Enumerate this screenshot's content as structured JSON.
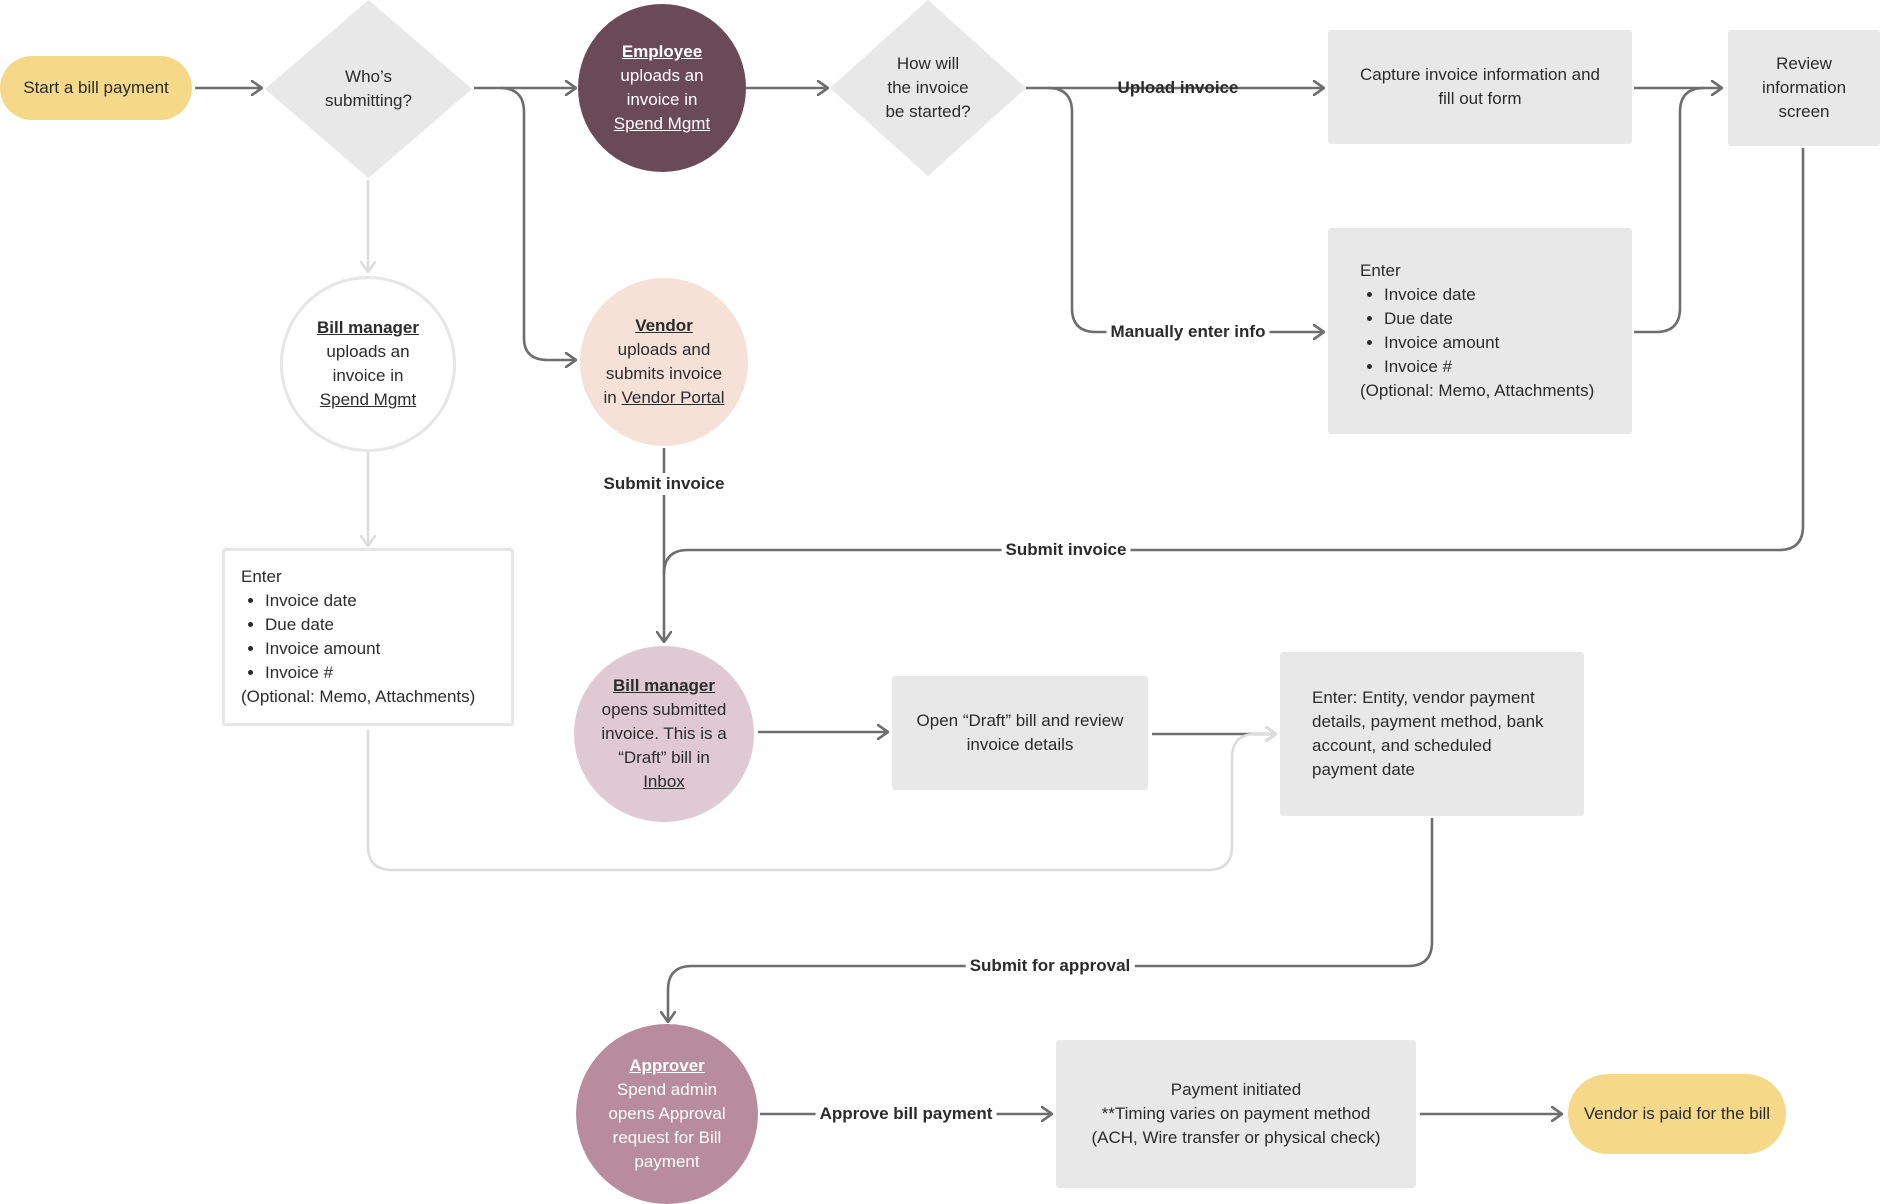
{
  "nodes": {
    "start": {
      "label": "Start a bill payment"
    },
    "who_submitting": {
      "line1": "Who’s",
      "line2": "submitting?"
    },
    "employee": {
      "role": "Employee",
      "line1": "uploads an",
      "line2": "invoice in",
      "link": "Spend Mgmt"
    },
    "how_started": {
      "line1": "How will",
      "line2": "the invoice",
      "line3": "be started?"
    },
    "capture": {
      "line1": "Capture invoice information and",
      "line2": "fill out form"
    },
    "review": {
      "line1": "Review",
      "line2": "information",
      "line3": "screen"
    },
    "enter_right": {
      "heading": "Enter",
      "items": [
        "Invoice date",
        "Due date",
        "Invoice amount",
        "Invoice #"
      ],
      "optional": "(Optional: Memo, Attachments)"
    },
    "bill_manager_upload": {
      "role": "Bill manager",
      "line1": "uploads an",
      "line2": "invoice in",
      "link": "Spend Mgmt"
    },
    "vendor": {
      "role": "Vendor",
      "line1": "uploads and",
      "line2": "submits invoice",
      "prefix": "in ",
      "link": "Vendor Portal"
    },
    "enter_left": {
      "heading": "Enter",
      "items": [
        "Invoice date",
        "Due date",
        "Invoice amount",
        "Invoice #"
      ],
      "optional": "(Optional: Memo, Attachments)"
    },
    "bill_manager_open": {
      "role": "Bill manager",
      "line1": "opens submitted",
      "line2": "invoice. This is a",
      "line3": "“Draft” bill  in",
      "link": "Inbox"
    },
    "open_draft": {
      "line1": "Open “Draft” bill and review",
      "line2": "invoice details"
    },
    "enter_entity": {
      "line1": "Enter: Entity, vendor payment",
      "line2": "details, payment method, bank",
      "line3": "account, and scheduled",
      "line4": "payment date"
    },
    "approver": {
      "role": "Approver",
      "line1": "Spend admin",
      "line2": "opens Approval",
      "line3": "request for Bill",
      "line4": "payment"
    },
    "payment_initiated": {
      "line1": "Payment initiated",
      "line2": "**Timing varies on payment method",
      "line3": "(ACH, Wire transfer or physical check)"
    },
    "vendor_paid": {
      "label": "Vendor is paid for the bill"
    }
  },
  "edge_labels": {
    "upload_invoice": "Upload invoice",
    "manually_enter": "Manually enter info",
    "submit_invoice_vendor": "Submit invoice",
    "submit_invoice_review": "Submit invoice",
    "submit_for_approval": "Submit for approval",
    "approve_bill_payment": "Approve bill payment"
  },
  "colors": {
    "pill": "#f5d988",
    "employee": "#6b4a57",
    "vendor": "#f5e1d8",
    "bill_manager_open": "#dfc9d2",
    "approver": "#b88c9c",
    "box": "#e8e8e8",
    "outline": "#e6e6e6",
    "arrow_dark": "#6e6e6e",
    "arrow_light": "#dddddd"
  }
}
